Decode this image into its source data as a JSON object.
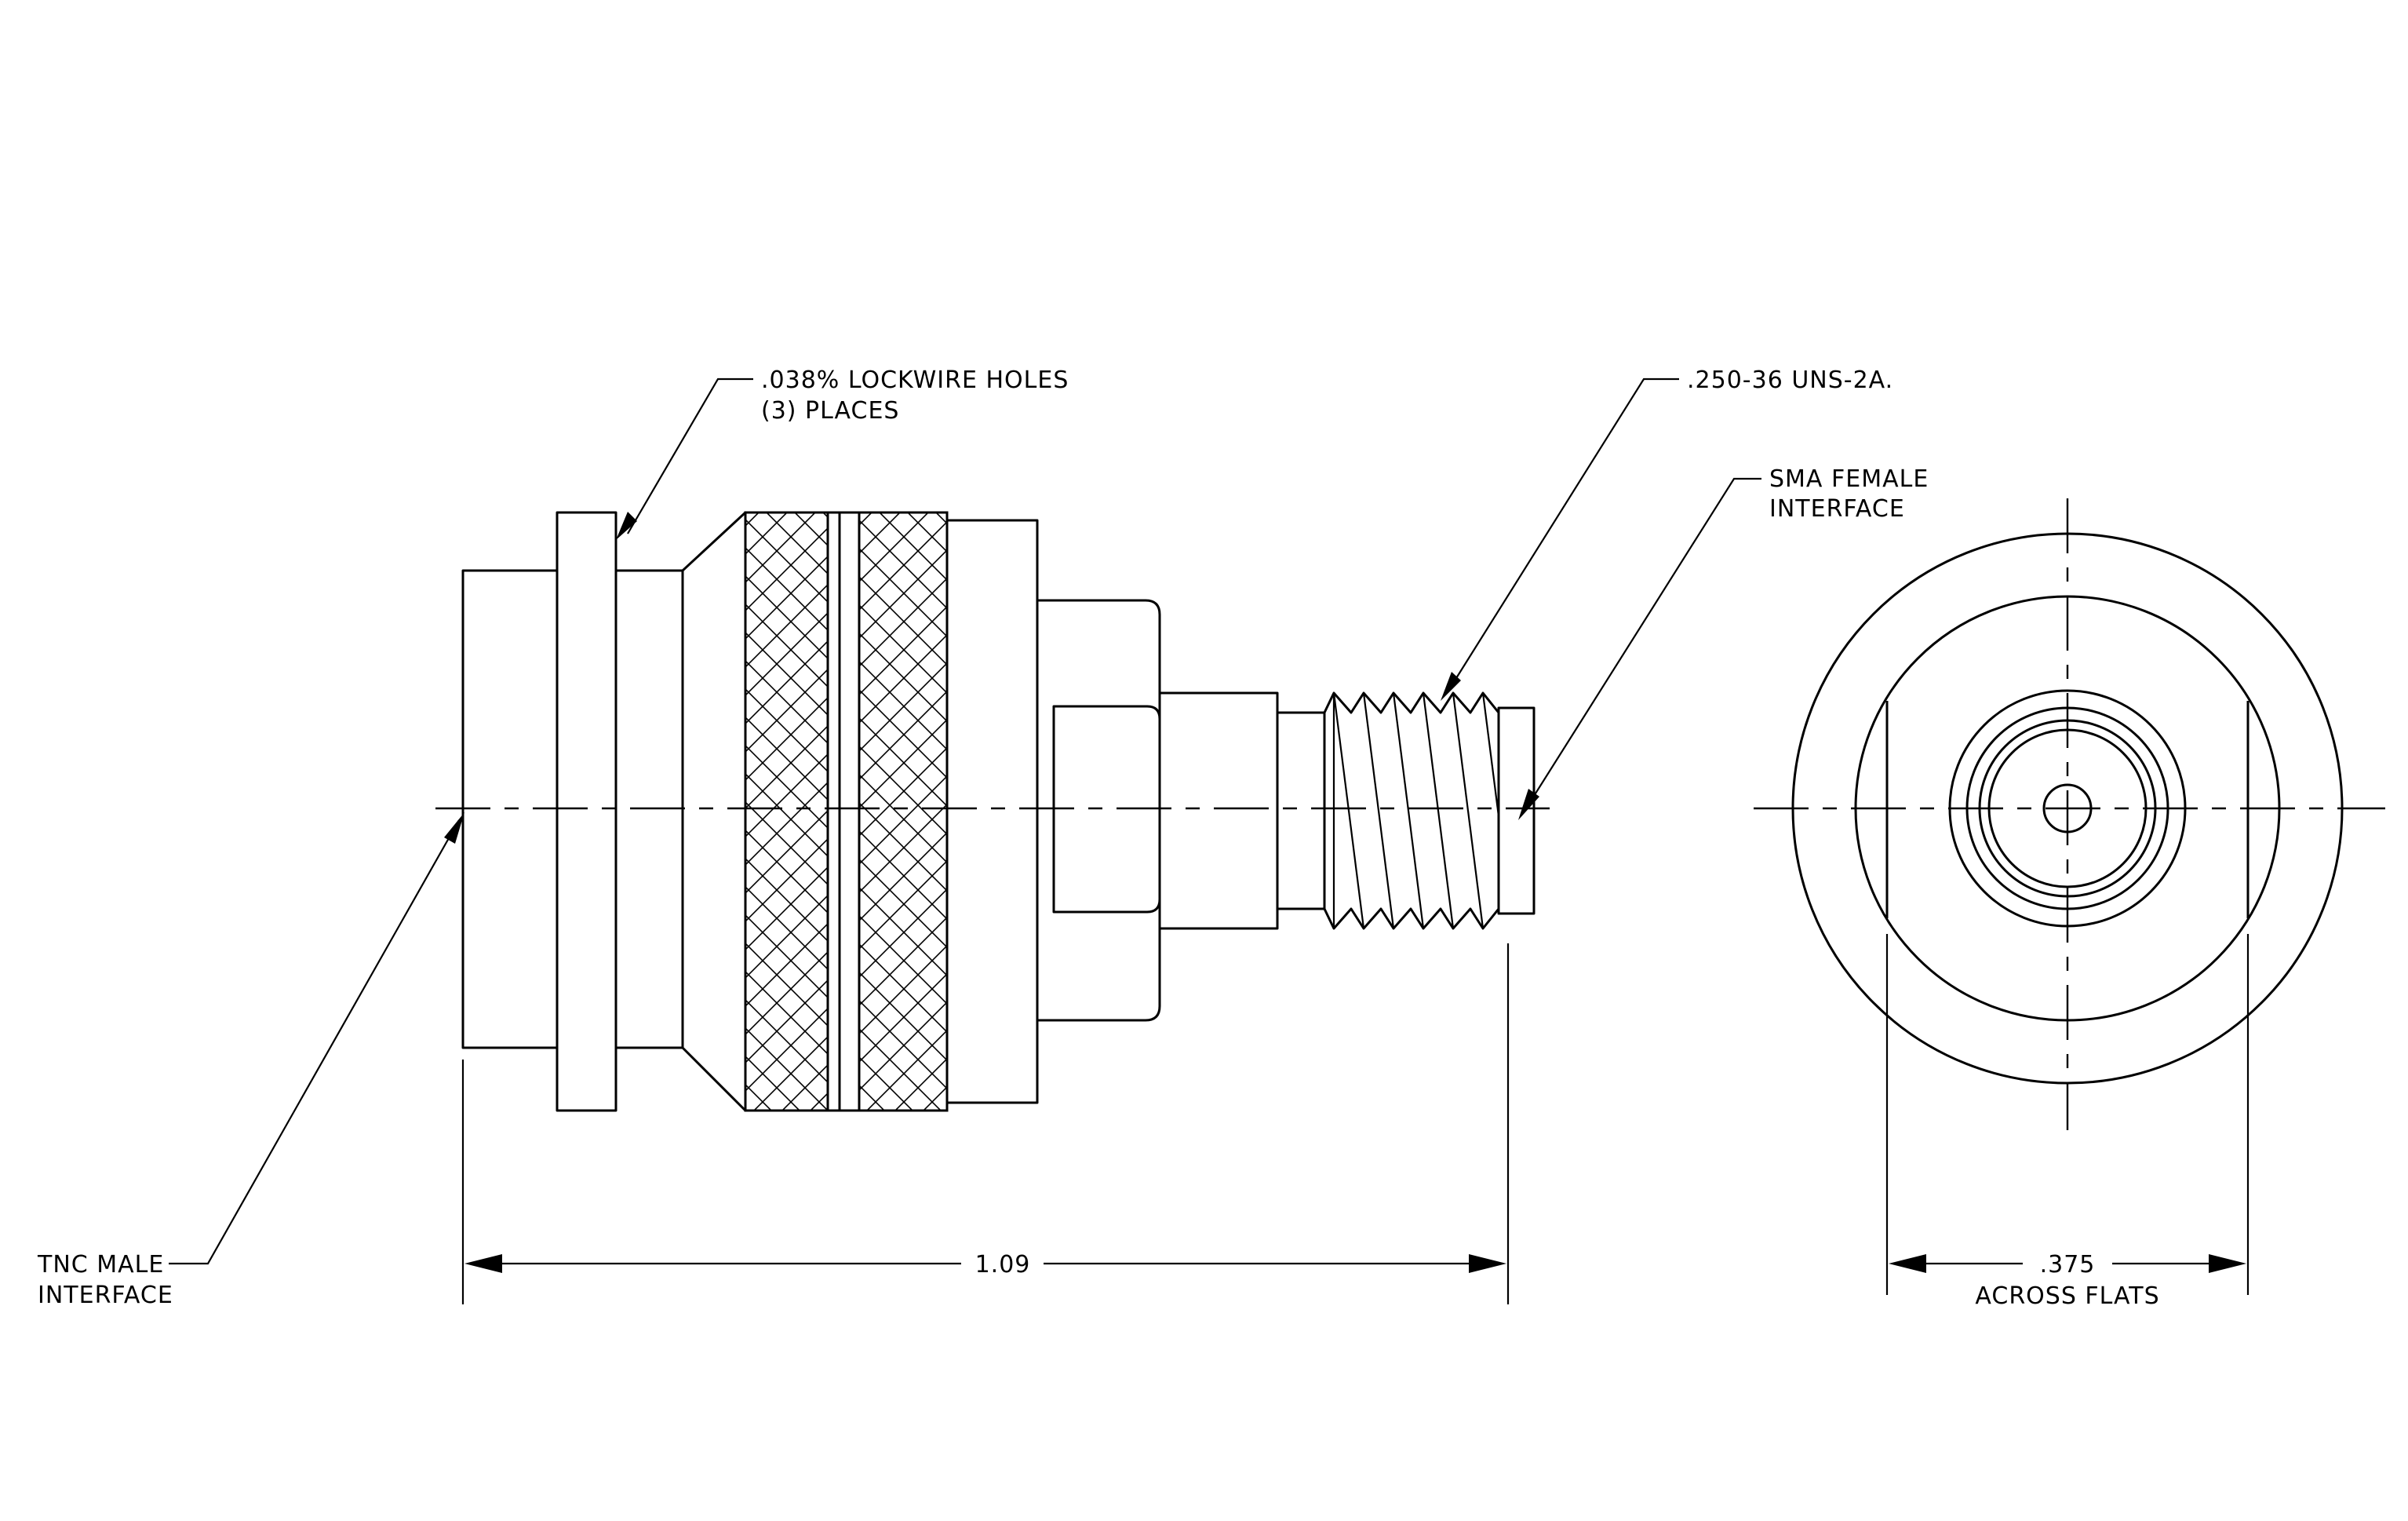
{
  "callouts": {
    "lockwire": {
      "line1": ".038% LOCKWIRE HOLES",
      "line2": "(3)  PLACES"
    },
    "thread": {
      "line1": ".250-36 UNS-2A."
    },
    "sma": {
      "line1": "SMA FEMALE",
      "line2": "INTERFACE"
    },
    "tnc": {
      "line1": "TNC MALE",
      "line2": "INTERFACE"
    }
  },
  "dimensions": {
    "overall_length": "1.09",
    "flats": {
      "line1": ".375",
      "line2": "ACROSS FLATS"
    }
  }
}
